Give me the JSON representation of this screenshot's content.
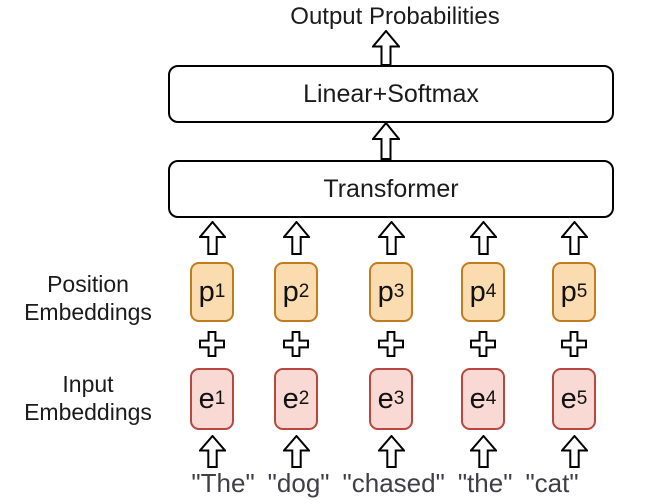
{
  "title": "Output Probabilities",
  "stack": {
    "linear_softmax_label": "Linear+Softmax",
    "transformer_label": "Transformer"
  },
  "side_labels": {
    "position": [
      "Position",
      "Embeddings"
    ],
    "input": [
      "Input",
      "Embeddings"
    ]
  },
  "columns": [
    {
      "pos_base": "p",
      "pos_sub": "1",
      "emb_base": "e",
      "emb_sub": "1",
      "word": "\"The\""
    },
    {
      "pos_base": "p",
      "pos_sub": "2",
      "emb_base": "e",
      "emb_sub": "2",
      "word": "\"dog\""
    },
    {
      "pos_base": "p",
      "pos_sub": "3",
      "emb_base": "e",
      "emb_sub": "3",
      "word": "\"chased\""
    },
    {
      "pos_base": "p",
      "pos_sub": "4",
      "emb_base": "e",
      "emb_sub": "4",
      "word": "\"the\""
    },
    {
      "pos_base": "p",
      "pos_sub": "5",
      "emb_base": "e",
      "emb_sub": "5",
      "word": "\"cat\""
    }
  ],
  "icons": {
    "up_arrow": "up-arrow-icon",
    "plus": "plus-icon"
  },
  "colors": {
    "background": "#FFFFFF",
    "outline": "#000000",
    "text": "#1B1B1B",
    "word_text": "#3F3F46",
    "position_fill": "#FBDCB0",
    "position_border": "#BF7D1F",
    "input_fill": "#F8D9D4",
    "input_border": "#B8473F"
  }
}
